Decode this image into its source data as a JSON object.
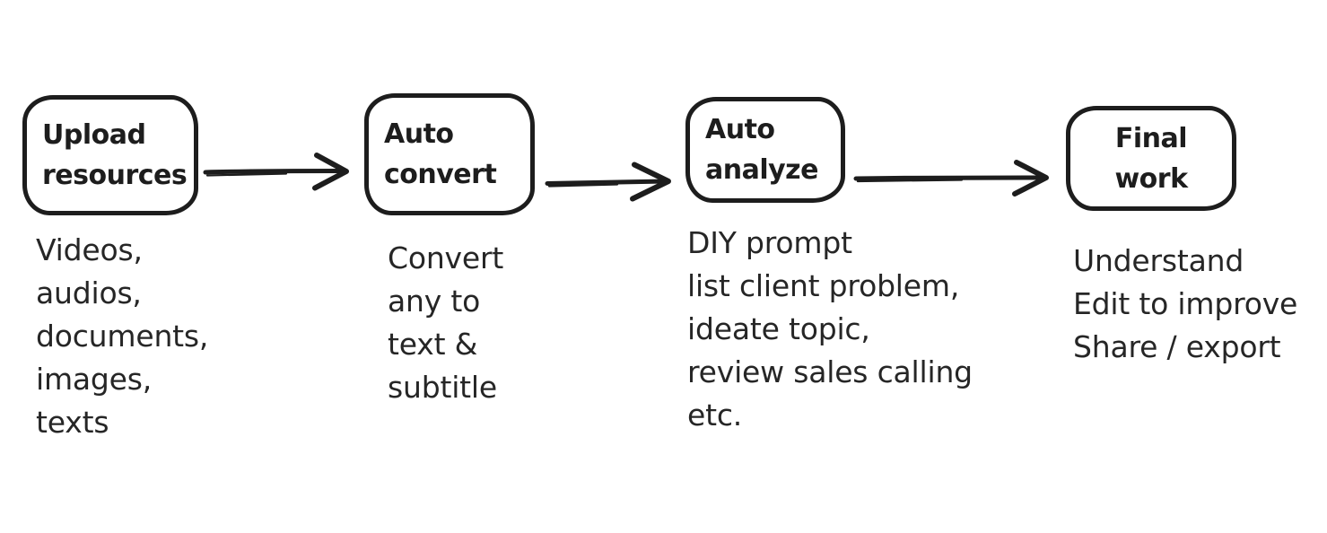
{
  "canvas": {
    "background": "#ffffff",
    "ink": "#1d1d1d"
  },
  "diagram": {
    "type": "flowchart",
    "steps": [
      {
        "label": "Upload\nresources",
        "description": "Videos,\naudios,\ndocuments,\nimages,\ntexts"
      },
      {
        "label": "Auto\nconvert",
        "description": "Convert\nany to\ntext &\nsubtitle"
      },
      {
        "label": "Auto\nanalyze",
        "description": "DIY prompt\nlist client problem,\nideate topic,\nreview sales calling\netc."
      },
      {
        "label": "Final\nwork",
        "description": "Understand\nEdit to improve\nShare / export"
      }
    ],
    "connectors": [
      {
        "icon": "arrow-right-icon"
      },
      {
        "icon": "arrow-right-icon"
      },
      {
        "icon": "arrow-right-icon"
      }
    ]
  }
}
